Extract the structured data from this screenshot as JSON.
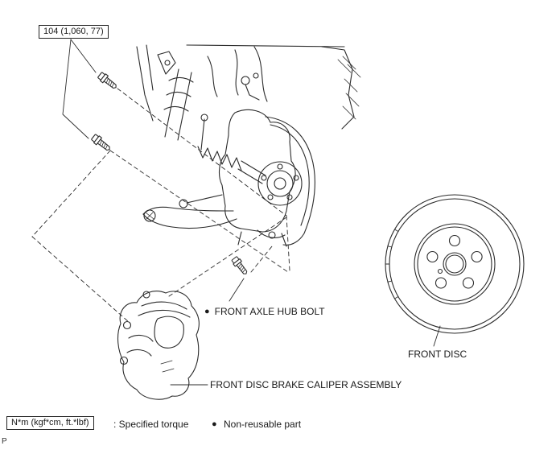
{
  "callouts": {
    "torque_value": "104 (1,060, 77)"
  },
  "labels": {
    "hub_bolt_bullet": "●",
    "hub_bolt": "FRONT AXLE HUB BOLT",
    "front_disc": "FRONT DISC",
    "caliper": "FRONT DISC BRAKE CALIPER ASSEMBLY"
  },
  "legend": {
    "unit_box": "N*m (kgf*cm, ft.*lbf)",
    "specified_torque": ": Specified torque",
    "bullet": "●",
    "non_reusable": "Non-reusable part"
  },
  "page_marker": "P",
  "colors": {
    "line": "#2b2b2b",
    "background": "#ffffff"
  }
}
